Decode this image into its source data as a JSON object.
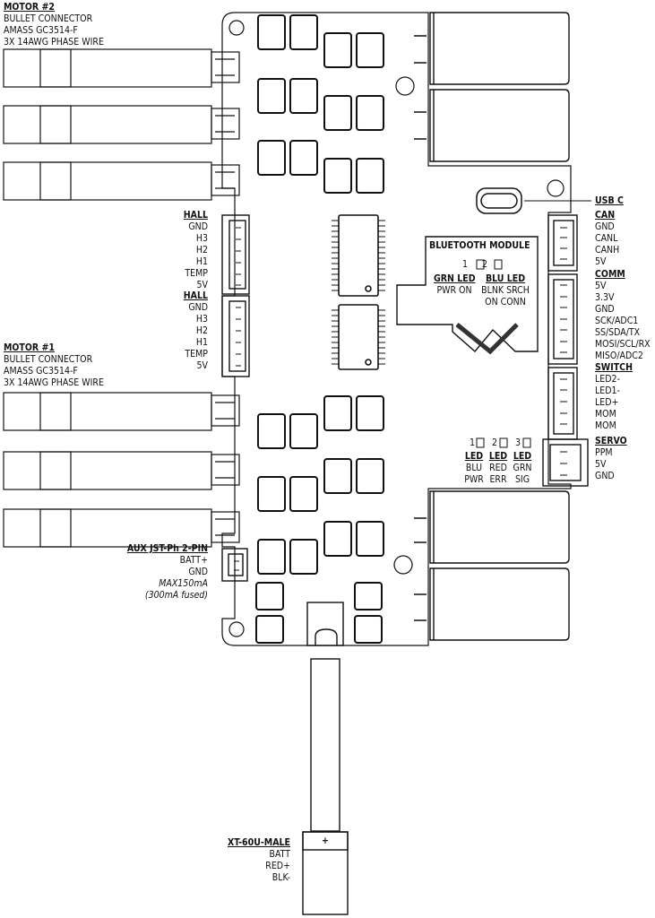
{
  "motor2": {
    "title": "MOTOR #2",
    "line1": "BULLET CONNECTOR",
    "line2": "AMASS GC3514-F",
    "line3": "3X 14AWG PHASE WIRE"
  },
  "motor1": {
    "title": "MOTOR #1",
    "line1": "BULLET CONNECTOR",
    "line2": "AMASS GC3514-F",
    "line3": "3X 14AWG PHASE WIRE"
  },
  "hall1": {
    "title": "HALL",
    "pins": [
      "GND",
      "H3",
      "H2",
      "H1",
      "TEMP",
      "5V"
    ]
  },
  "hall2": {
    "title": "HALL",
    "pins": [
      "GND",
      "H3",
      "H2",
      "H1",
      "TEMP",
      "5V"
    ]
  },
  "aux": {
    "title": "AUX JST-Ph 2-PIN",
    "pins": [
      "BATT+",
      "GND"
    ],
    "note1": "MAX150mA",
    "note2": "(300mA fused)"
  },
  "usb": {
    "title": "USB C"
  },
  "can": {
    "title": "CAN",
    "pins": [
      "GND",
      "CANL",
      "CANH",
      "5V"
    ]
  },
  "comm": {
    "title": "COMM",
    "pins": [
      "5V",
      "3.3V",
      "GND",
      "SCK/ADC1",
      "SS/SDA/TX",
      "MOSI/SCL/RX",
      "MISO/ADC2"
    ]
  },
  "switch": {
    "title": "SWITCH",
    "pins": [
      "LED2-",
      "LED1-",
      "LED+",
      "MOM",
      "MOM"
    ]
  },
  "servo": {
    "title": "SERVO",
    "pins": [
      "PPM",
      "5V",
      "GND"
    ]
  },
  "bluetooth": {
    "title": "BLUETOOTH MODULE",
    "num1": "1",
    "num2": "2",
    "grn_title": "GRN LED",
    "grn_line": "PWR ON",
    "blu_title": "BLU LED",
    "blu_line1": "BLNK SRCH",
    "blu_line2": "ON CONN"
  },
  "leds": [
    {
      "num": "1",
      "title": "LED",
      "line1": "BLU",
      "line2": "PWR"
    },
    {
      "num": "2",
      "title": "LED",
      "line1": "RED",
      "line2": "ERR"
    },
    {
      "num": "3",
      "title": "LED",
      "line1": "GRN",
      "line2": "SIG"
    }
  ],
  "xt60": {
    "title": "XT-60U-MALE",
    "plus": "+",
    "lines": [
      "BATT",
      "RED+",
      "BLK-"
    ]
  }
}
